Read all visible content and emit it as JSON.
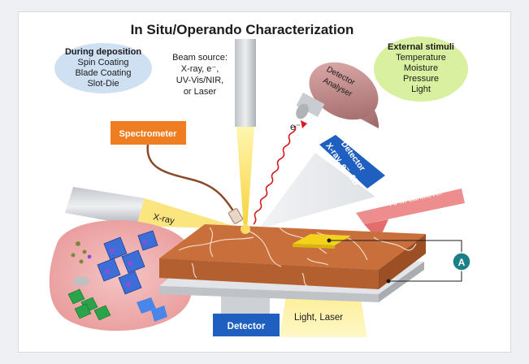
{
  "title": "In Situ/Operando Characterization",
  "during_deposition": {
    "heading": "During deposition",
    "items": [
      "Spin Coating",
      "Blade Coating",
      "Slot-Die"
    ]
  },
  "external_stimuli": {
    "heading": "External stimuli",
    "items": [
      "Temperature",
      "Moisture",
      "Pressure",
      "Light"
    ]
  },
  "beam_source": {
    "lines": [
      "Beam source:",
      "X-ray, e⁻,",
      "UV-Vis/NIR,",
      "or Laser"
    ]
  },
  "detector_analyser": {
    "lines": [
      "Detector",
      "Analyser"
    ]
  },
  "electron_label": "e⁻",
  "spectrometer": "Spectrometer",
  "detector_2d": {
    "lines": [
      "Detector",
      "X-ray, e⁻, 2D"
    ]
  },
  "xray_label": "X-ray",
  "afm_cantilever": "AFM cantilever",
  "ammeter_label": "A",
  "bottom_detector": "Detector",
  "light_laser": "Light, Laser",
  "colors": {
    "spectrometer_fill": "#ef7d22",
    "detector_blue": "#1f5fbf",
    "deposition_bubble": "#cfe0f3",
    "stimuli_bubble": "#d9f0a0",
    "film_brown": "#c86f3c",
    "electrode_yellow": "#f4d21c",
    "ammeter_teal": "#1b7f86"
  }
}
